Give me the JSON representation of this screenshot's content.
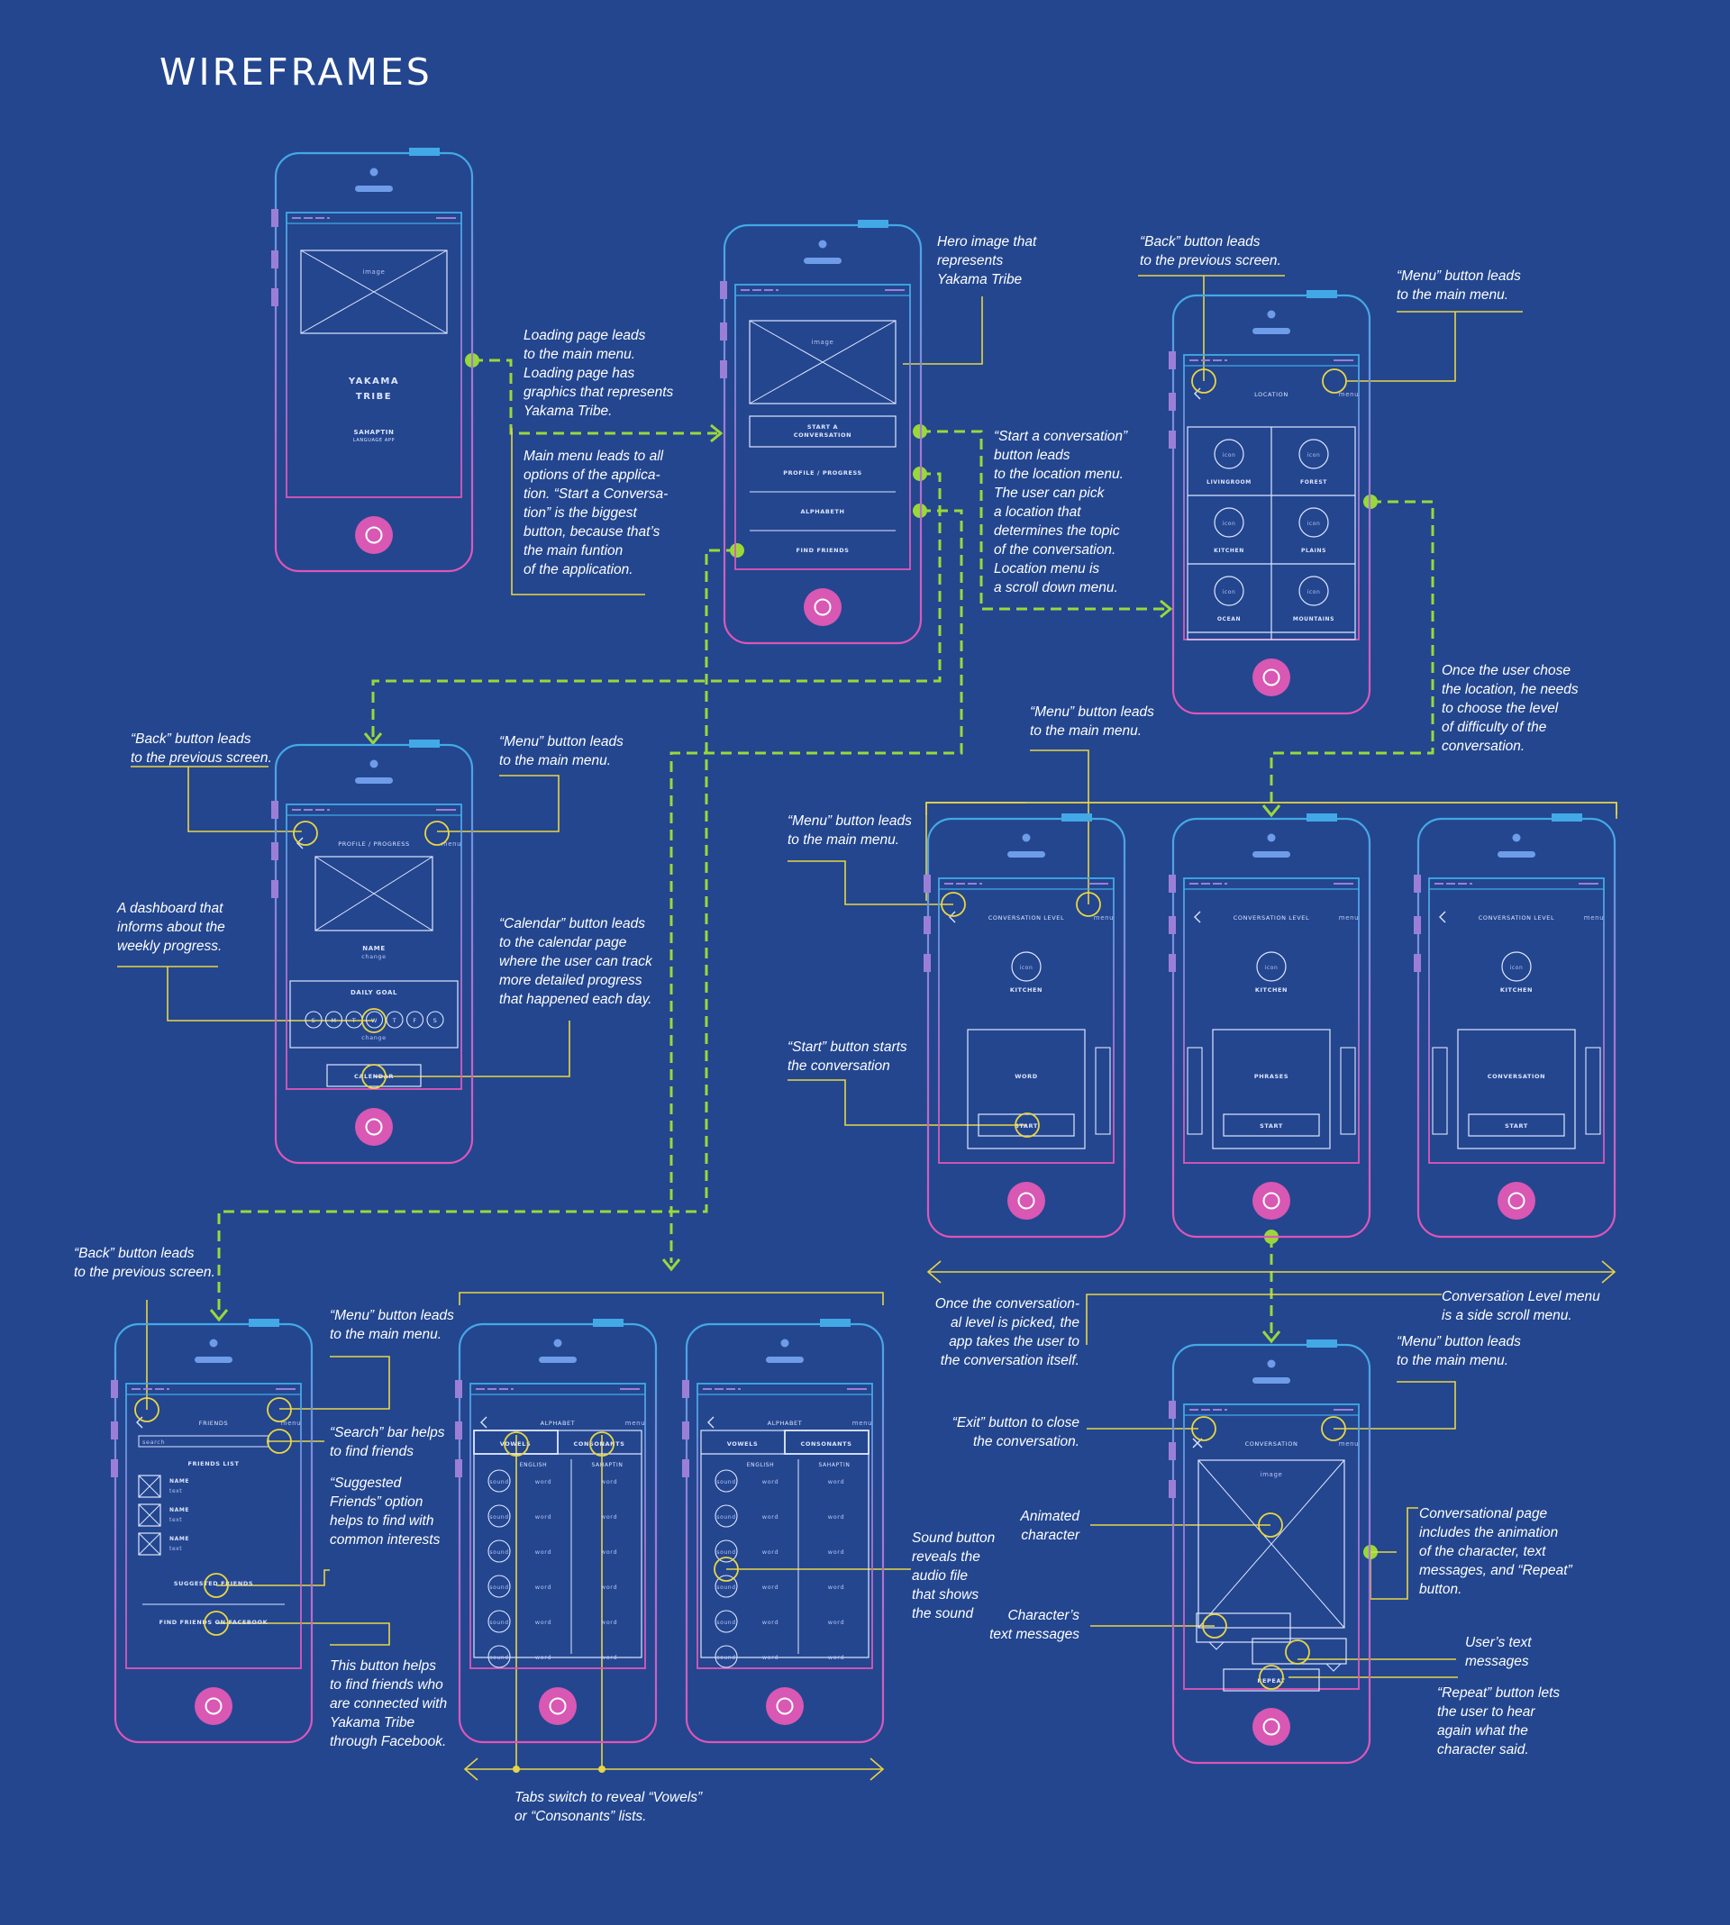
{
  "title": "WIREFRAMES",
  "colors": {
    "background": "#23468f",
    "accent_green": "#9ad83a",
    "yellow": "#e9d544",
    "pink": "#d858b4",
    "blue": "#42a9e6",
    "purple": "#9b7fd6"
  },
  "phones": {
    "loading": {
      "image": "image",
      "app_name_1": "YAKAMA",
      "app_name_2": "TRIBE",
      "subtitle_1": "SAHAPTIN",
      "subtitle_2": "LANGUAGE APP"
    },
    "main_menu": {
      "image": "image",
      "btn_start_1": "START A",
      "btn_start_2": "CONVERSATION",
      "btn_profile": "PROFILE / PROGRESS",
      "btn_alphabet": "ALPHABETH",
      "btn_friends": "FIND FRIENDS"
    },
    "location": {
      "header": "LOCATION",
      "menu": "menu",
      "icon": "icon",
      "tiles": [
        "LIVINGROOM",
        "FOREST",
        "KITCHEN",
        "PLAINS",
        "OCEAN",
        "MOUNTAINS"
      ]
    },
    "profile": {
      "header": "PROFILE / PROGRESS",
      "menu": "menu",
      "name": "NAME",
      "change": "change",
      "daily_goal": "DAILY GOAL",
      "days": [
        "S",
        "M",
        "T",
        "W",
        "T",
        "F",
        "S"
      ],
      "calendar": "CALENDAR"
    },
    "conversation_levels": [
      {
        "header": "CONVERSATION LEVEL",
        "menu": "menu",
        "icon": "icon",
        "topic": "KITCHEN",
        "level": "WORD",
        "start": "START"
      },
      {
        "header": "CONVERSATION LEVEL",
        "menu": "menu",
        "icon": "icon",
        "topic": "KITCHEN",
        "level": "PHRASES",
        "start": "START"
      },
      {
        "header": "CONVERSATION LEVEL",
        "menu": "menu",
        "icon": "icon",
        "topic": "KITCHEN",
        "level": "CONVERSATION",
        "start": "START"
      }
    ],
    "friends": {
      "header": "FRIENDS",
      "menu": "menu",
      "search": "search",
      "list_title": "FRIENDS LIST",
      "name": "NAME",
      "text": "text",
      "suggested": "SUGGESTED FRIENDS",
      "facebook": "FIND FRIENDS ON FACEBOOK"
    },
    "alphabet": {
      "header": "ALPHABET",
      "menu": "menu",
      "tab_vowels": "VOWELS",
      "tab_consonants": "CONSONANTS",
      "col_english": "ENGLISH",
      "col_sahaptin": "SAHAPTIN",
      "sound": "sound",
      "word": "word"
    },
    "conversation": {
      "header": "CONVERSATION",
      "menu": "menu",
      "image": "image",
      "repeat": "REPEAT"
    }
  },
  "annotations": {
    "loading_leads": "Loading page leads\nto the main menu.\nLoading page has\ngraphics that represents\nYakama Tribe.",
    "main_menu_leads": "Main menu leads to all\noptions of the applica-\ntion. “Start a Conversa-\ntion” is the biggest\nbutton, because that’s\nthe main funtion\nof the application.",
    "hero_image": "Hero image that\nrepresents\nYakama Tribe",
    "back_location": "“Back” button leads\nto the previous screen.",
    "menu_location": "“Menu” button leads\nto the main menu.",
    "start_conversation": "“Start a conversation”\nbutton leads\nto the location menu.\nThe user can pick\na location that\ndetermines the topic\nof the conversation.\nLocation menu is\na scroll down menu.",
    "once_location": "Once the user chose\nthe location, he needs\nto choose the level\nof difficulty of the\nconversation.",
    "back_profile": "“Back” button leads\nto the previous screen.",
    "menu_profile": "“Menu” button leads\nto the main menu.",
    "dashboard": "A dashboard that\ninforms about the\nweekly progress.",
    "calendar": "“Calendar” button leads\nto the calendar page\nwhere the user can track\nmore detailed progress\nthat happened each day.",
    "menu_levels_top": "“Menu” button leads\nto the main menu.",
    "menu_levels_left": "“Menu” button leads\nto the main menu.",
    "start_button": "“Start” button starts\nthe conversation",
    "once_level": "Once the conversation-\nal level is picked, the\napp takes the user to\nthe conversation itself.",
    "side_scroll": "Conversation Level menu\nis a side scroll menu.",
    "back_friends": "“Back” button leads\nto the previous screen.",
    "menu_friends": "“Menu” button leads\nto the main menu.",
    "search_bar": "“Search” bar helps\nto find friends",
    "suggested": "“Suggested\nFriends” option\nhelps to find with\ncommon interests",
    "facebook": "This button helps\nto find friends who\nare connected with\nYakama Tribe\nthrough Facebook.",
    "sound_button": "Sound button\nreveals the\naudio file\nthat shows\nthe sound",
    "tabs": "Tabs switch to reveal “Vowels”\nor “Consonants” lists.",
    "menu_conversation": "“Menu” button leads\nto the main menu.",
    "exit_button": "“Exit” button to close\nthe conversation.",
    "animated": "Animated\ncharacter",
    "characters_text": "Character’s\ntext messages",
    "conversational_page": "Conversational page\nincludes the animation\nof the character, text\nmessages, and “Repeat”\nbutton.",
    "users_text": "User’s text\nmessages",
    "repeat_button": "“Repeat” button lets\nthe user to hear\nagain what the\ncharacter said."
  }
}
